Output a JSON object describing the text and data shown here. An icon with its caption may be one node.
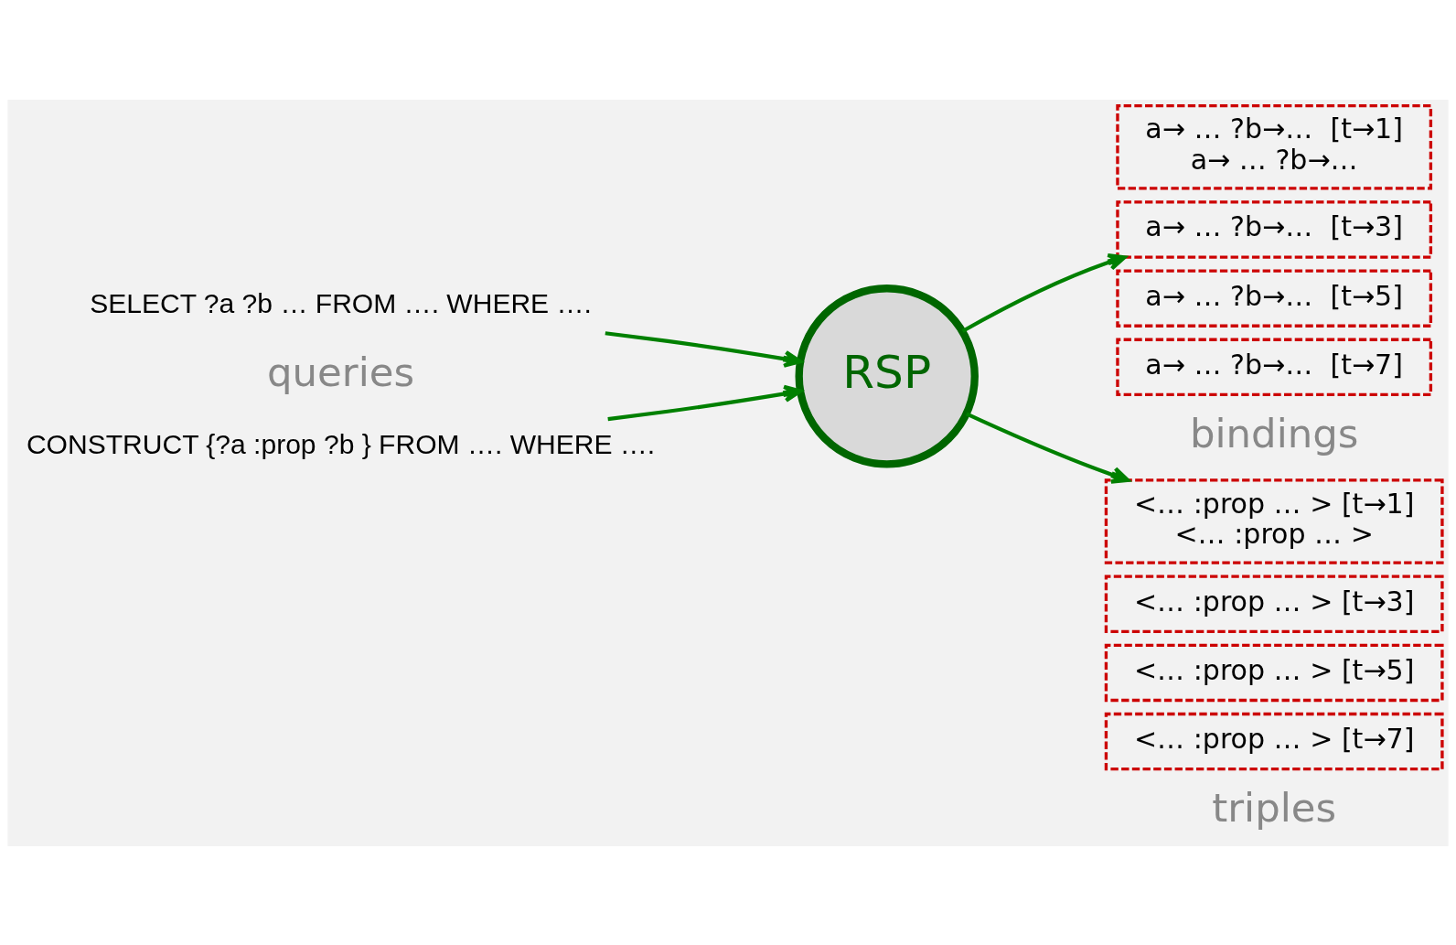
{
  "diagram": {
    "nodes": [
      {
        "text": [
          "SELECT ?a ?b … FROM …. WHERE …."
        ]
      },
      {
        "text": [
          "CONSTRUCT {?a :prop ?b } FROM …. WHERE …."
        ]
      },
      {
        "text": [
          "RSP"
        ]
      },
      {
        "text": [
          "a→ … ?b→…  [t→1]",
          "a→ … ?b→…"
        ]
      },
      {
        "text": [
          "a→ … ?b→…  [t→3]"
        ]
      },
      {
        "text": [
          "a→ … ?b→…  [t→5]"
        ]
      },
      {
        "text": [
          "a→ … ?b→…  [t→7]"
        ]
      },
      {
        "text": [
          "<… :prop … > [t→1]",
          "<… :prop … >"
        ]
      },
      {
        "text": [
          "<… :prop … > [t→3]"
        ]
      },
      {
        "text": [
          "<… :prop … > [t→5]"
        ]
      },
      {
        "text": [
          "<… :prop … > [t→7]"
        ]
      }
    ],
    "edges": [
      {
        "from": 0,
        "to": 2,
        "arrow": "to"
      },
      {
        "from": 1,
        "to": 2,
        "arrow": "to"
      },
      {
        "from": 2,
        "to": 4,
        "arrow": "to"
      },
      {
        "from": 2,
        "to": 7,
        "arrow": "to"
      }
    ],
    "labels": [
      "queries",
      "bindings",
      "triples"
    ]
  }
}
